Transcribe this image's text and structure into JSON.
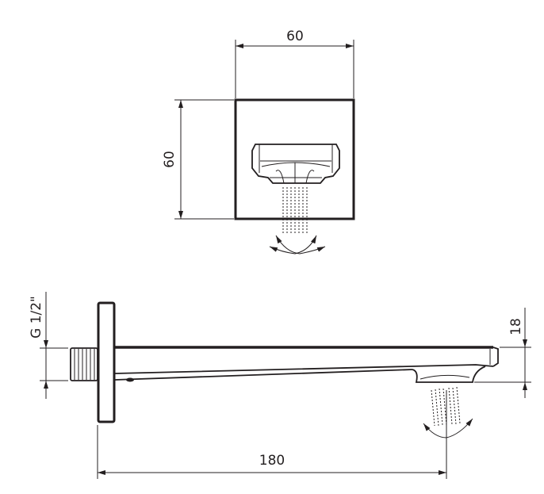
{
  "top_view": {
    "width_label": "60",
    "height_label": "60"
  },
  "side_view": {
    "thread_label": "G 1/2\"",
    "height_label": "18",
    "length_label": "180"
  },
  "colors": {
    "line": "#231f20",
    "background": "#ffffff"
  }
}
